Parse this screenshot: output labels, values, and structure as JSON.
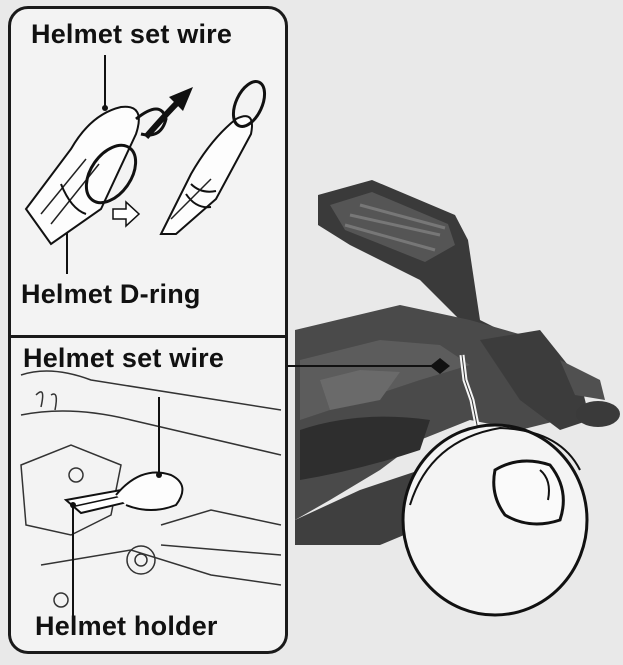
{
  "labels": {
    "top_wire": "Helmet set wire",
    "d_ring": "Helmet D-ring",
    "bottom_wire": "Helmet set wire",
    "holder": "Helmet holder"
  },
  "colors": {
    "background": "#e9e9e9",
    "panel": "#f3f3f3",
    "ink": "#1a1a1a"
  },
  "icons": [
    "curved-arrow-icon",
    "hollow-arrow-icon"
  ]
}
